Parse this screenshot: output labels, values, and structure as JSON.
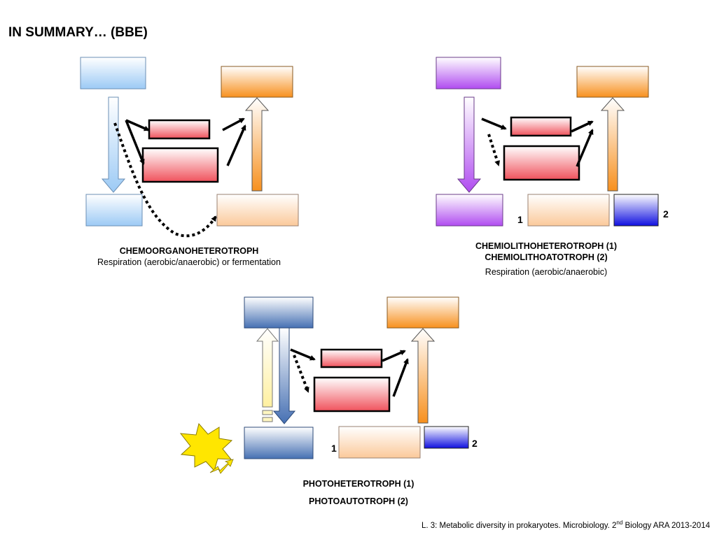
{
  "header": {
    "title": "IN SUMMARY… (BBE)"
  },
  "panels": {
    "chemoorganoheterotroph": {
      "name": "CHEMOORGANOHETEROTROPH",
      "description": "Respiration (aerobic/anaerobic) or fermentation"
    },
    "chemolitho": {
      "name_1": "CHEMIOLITHOHETEROTROPH (1)",
      "name_2": "CHEMIOLITHOATOTROPH (2)",
      "description": "Respiration (aerobic/anaerobic)",
      "marker_1": "1",
      "marker_2": "2"
    },
    "photo": {
      "name_1": "PHOTOHETEROTROPH (1)",
      "name_2": "PHOTOAUTOTROPH (2)",
      "marker_1": "1",
      "marker_2": "2"
    }
  },
  "footer": {
    "prefix": "L. 3: Metabolic diversity in prokaryotes.  Microbiology. 2",
    "sup": "nd",
    "suffix": " Biology ARA  2013-2014"
  },
  "colors": {
    "light_blue": "#a9d2f7",
    "orange": "#f7901e",
    "peach": "#fbc99a",
    "red": "#f26a72",
    "purple": "#b35cf2",
    "steel_blue": "#4d79ba",
    "dark_blue": "#1a1ae6",
    "sun_yellow": "#ffe600"
  }
}
